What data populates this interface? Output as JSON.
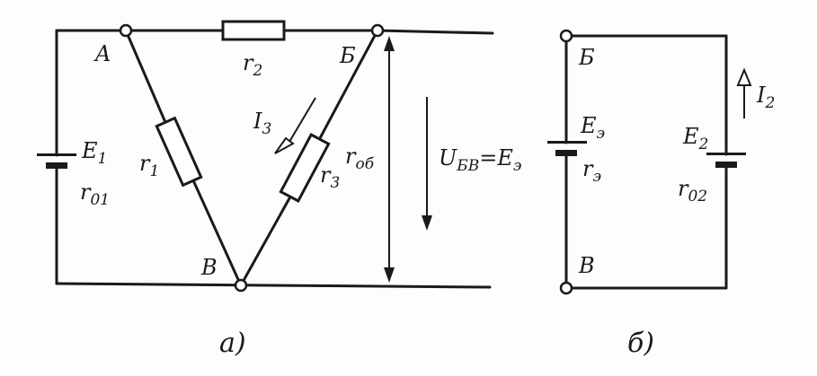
{
  "diagram_a": {
    "node_a": "A",
    "node_b": "Б",
    "node_v": "В",
    "r1": {
      "main": "r",
      "sub": "1"
    },
    "r2": {
      "main": "r",
      "sub": "2"
    },
    "r3": {
      "main": "r",
      "sub": "3"
    },
    "e1": {
      "main": "E",
      "sub": "1"
    },
    "r01": {
      "main": "r",
      "sub": "01"
    },
    "i3": {
      "main": "I",
      "sub": "3"
    },
    "rob": {
      "main": "r",
      "sub": "об"
    },
    "ubv": {
      "main": "U",
      "sub": "БВ",
      "rest": "=E",
      "rest_sub": "э"
    },
    "caption": "а)"
  },
  "diagram_b": {
    "node_b": "Б",
    "node_v": "В",
    "ee": {
      "main": "E",
      "sub": "э"
    },
    "re": {
      "main": "r",
      "sub": "э"
    },
    "e2": {
      "main": "E",
      "sub": "2"
    },
    "r02": {
      "main": "r",
      "sub": "02"
    },
    "i2": {
      "main": "I",
      "sub": "2"
    },
    "caption": "б)"
  }
}
